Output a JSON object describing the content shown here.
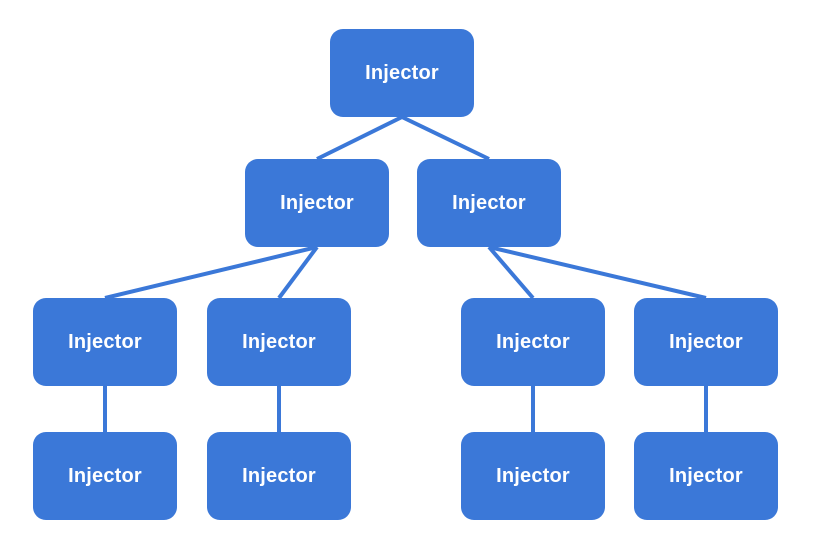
{
  "diagram": {
    "accent_color": "#3b78d8",
    "label_color": "#ffffff",
    "nodes": [
      {
        "id": "root",
        "label": "Injector"
      },
      {
        "id": "l1a",
        "label": "Injector"
      },
      {
        "id": "l1b",
        "label": "Injector"
      },
      {
        "id": "l2a",
        "label": "Injector"
      },
      {
        "id": "l2b",
        "label": "Injector"
      },
      {
        "id": "l2c",
        "label": "Injector"
      },
      {
        "id": "l2d",
        "label": "Injector"
      },
      {
        "id": "l3a",
        "label": "Injector"
      },
      {
        "id": "l3b",
        "label": "Injector"
      },
      {
        "id": "l3c",
        "label": "Injector"
      },
      {
        "id": "l3d",
        "label": "Injector"
      }
    ],
    "edges": [
      {
        "from": "root",
        "to": "l1a"
      },
      {
        "from": "root",
        "to": "l1b"
      },
      {
        "from": "l1a",
        "to": "l2a"
      },
      {
        "from": "l1a",
        "to": "l2b"
      },
      {
        "from": "l1b",
        "to": "l2c"
      },
      {
        "from": "l1b",
        "to": "l2d"
      },
      {
        "from": "l2a",
        "to": "l3a"
      },
      {
        "from": "l2b",
        "to": "l3b"
      },
      {
        "from": "l2c",
        "to": "l3c"
      },
      {
        "from": "l2d",
        "to": "l3d"
      }
    ]
  }
}
